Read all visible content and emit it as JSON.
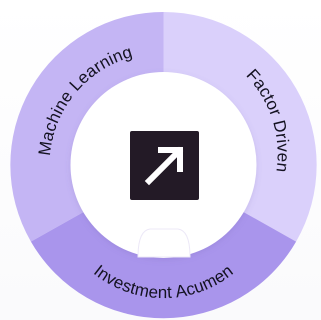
{
  "diagram": {
    "segments": [
      {
        "id": "machine-learning",
        "label": "Machine Learning",
        "color": "#c4b5f4"
      },
      {
        "id": "factor-driven",
        "label": "Factor Driven",
        "color": "#dad0fb"
      },
      {
        "id": "investment-acumen",
        "label": "Investment Acumen",
        "color": "#a995ec"
      }
    ],
    "center_icon": {
      "name": "arrow-up-right-icon",
      "background": "#231a26",
      "foreground": "#ffffff"
    },
    "inner_circle_color": "#ffffff"
  }
}
